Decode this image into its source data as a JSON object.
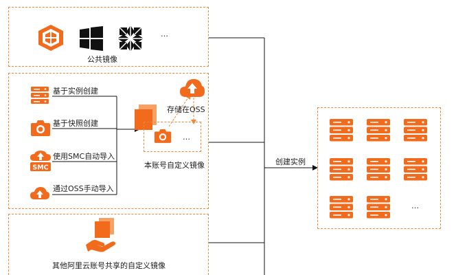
{
  "public_images": {
    "label": "公共镜像",
    "more": "…",
    "icons": [
      "alibaba-cloud-linux-icon",
      "windows-icon",
      "centos-icon"
    ]
  },
  "custom_images": {
    "sources": [
      {
        "label": "基于实例创建",
        "icon": "server-stack-icon"
      },
      {
        "label": "基于快照创建",
        "icon": "camera-icon"
      },
      {
        "label": "使用SMC自动导入",
        "icon": "smc-cloud-icon",
        "badge": "SMC"
      },
      {
        "label": "通过OSS手动导入",
        "icon": "cloud-upload-icon"
      }
    ],
    "oss_label": "存储在OSS",
    "inner_more": "…",
    "label": "本账号自定义镜像"
  },
  "shared_images": {
    "label": "其他阿里云账号共享的自定义镜像"
  },
  "action_label": "创建实例",
  "instances": {
    "rows": [
      3,
      3,
      2
    ],
    "more": "…"
  },
  "colors": {
    "accent": "#f26a1b",
    "accent_light": "#f7a264",
    "border": "#f0883a",
    "line": "#000000"
  }
}
